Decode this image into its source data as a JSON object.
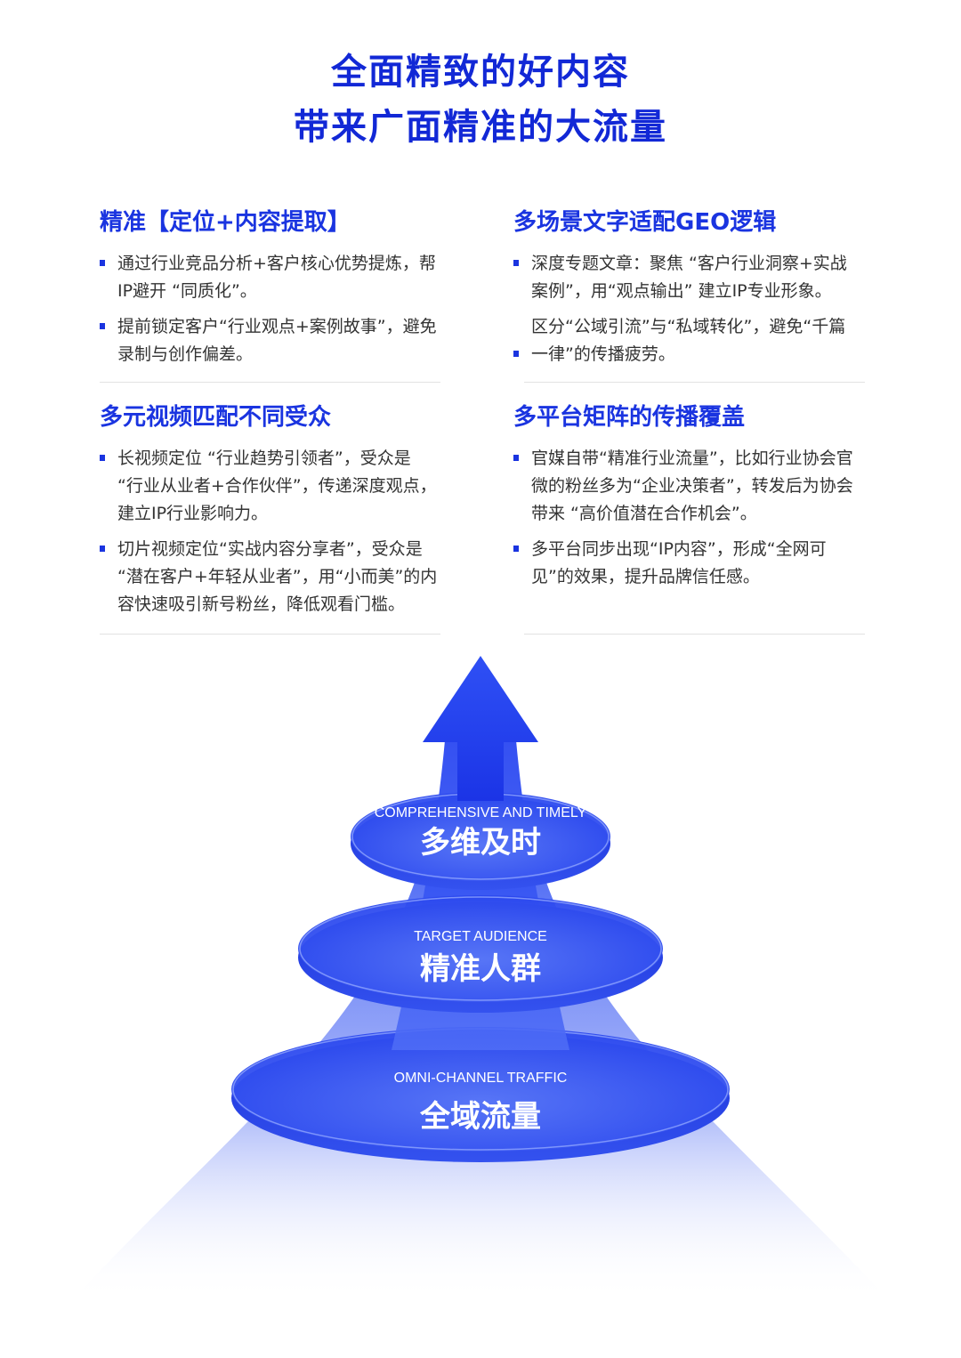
{
  "headline": {
    "line1": "全面精致的好内容",
    "line2": "带来广面精准的大流量"
  },
  "sections": {
    "s1": {
      "title": "精准【定位+内容提取】",
      "bullets": [
        "通过行业竞品分析+客户核心优势提炼，帮IP避开 “同质化”。",
        "提前锁定客户“行业观点+案例故事”，避免录制与创作偏差。"
      ]
    },
    "s2": {
      "title": "多场景文字适配GEO逻辑",
      "bullets": [
        "深度专题文章：聚焦 “客户行业洞察+实战案例”，用“观点输出” 建立IP专业形象。",
        "区分“公域引流”与“私域转化”，避免“千篇一律”的传播疲劳。"
      ]
    },
    "s3": {
      "title": "多元视频匹配不同受众",
      "bullets": [
        "长视频定位 “行业趋势引领者”，受众是 “行业从业者+合作伙伴”，传递深度观点，建立IP行业影响力。",
        "切片视频定位“实战内容分享者”，受众是 “潜在客户+年轻从业者”，用“小而美”的内容快速吸引新号粉丝，降低观看门槛。"
      ]
    },
    "s4": {
      "title": "多平台矩阵的传播覆盖",
      "bullets": [
        "官媒自带“精准行业流量”，比如行业协会官微的粉丝多为“企业决策者”，转发后为协会带来 “高价值潜在合作机会”。",
        "多平台同步出现“IP内容”，形成“全网可见”的效果，提升品牌信任感。"
      ]
    }
  },
  "pyramid": {
    "layers": [
      {
        "en": "COMPREHENSIVE AND TIMELY",
        "cn": "多维及时"
      },
      {
        "en": "TARGET AUDIENCE",
        "cn": "精准人群"
      },
      {
        "en": "OMNI-CHANNEL TRAFFIC",
        "cn": "全域流量"
      }
    ]
  },
  "colors": {
    "accent": "#1a34e0",
    "headline": "#1228d6",
    "body_text": "#333333",
    "divider": "#e2e2e2"
  }
}
